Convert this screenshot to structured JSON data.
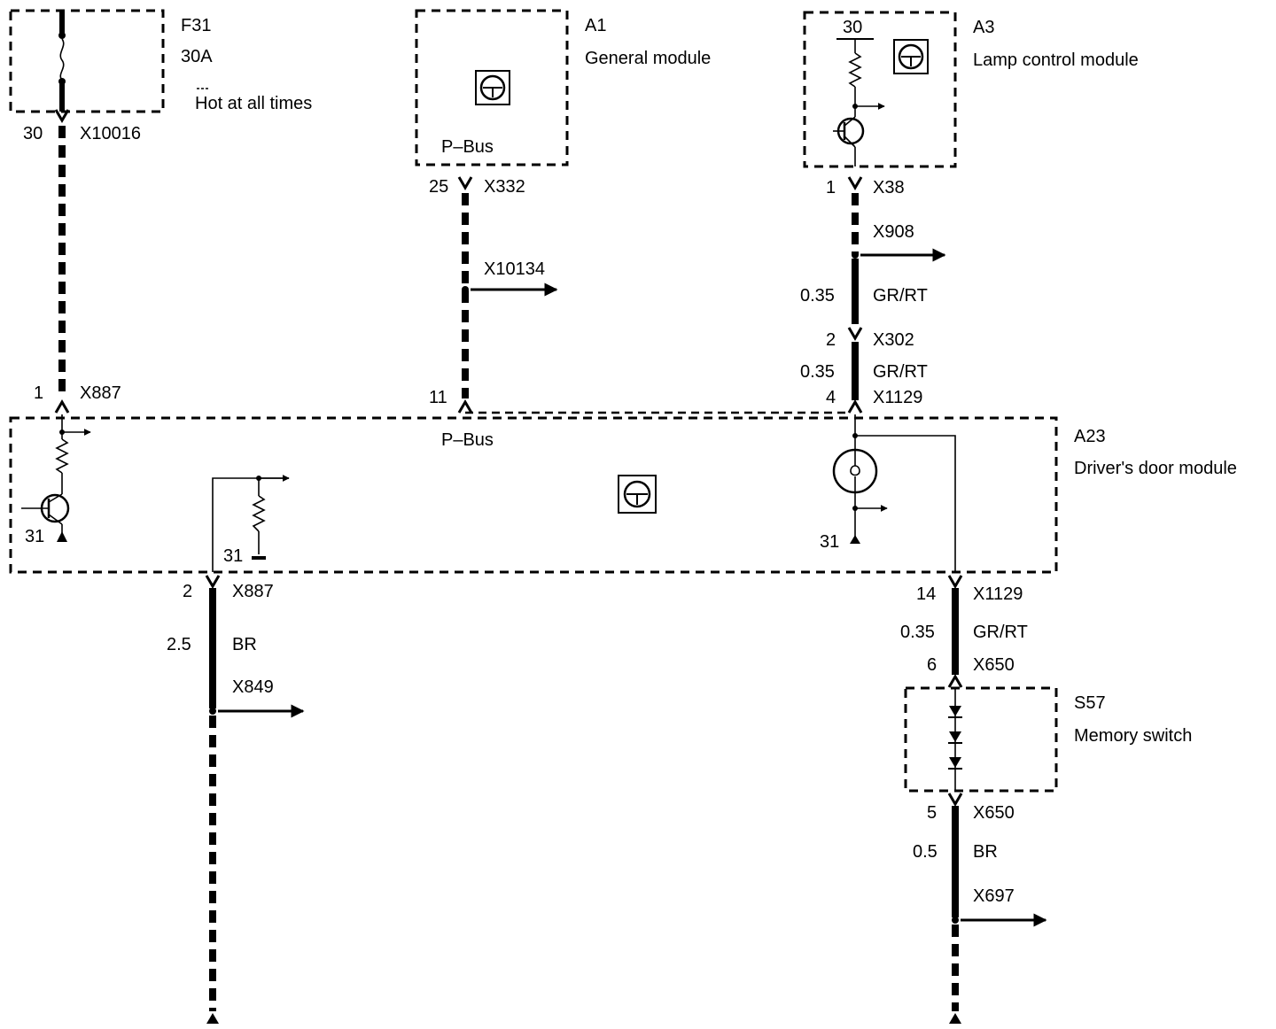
{
  "components": {
    "f31": {
      "id": "F31",
      "rating": "30A",
      "note": "Hot at all times"
    },
    "a1": {
      "id": "A1",
      "name": "General module",
      "bus": "P–Bus"
    },
    "a3": {
      "id": "A3",
      "name": "Lamp control module",
      "terminal": "30"
    },
    "a23": {
      "id": "A23",
      "name": "Driver's door module",
      "bus": "P–Bus",
      "ground_left": "31",
      "ground_mid": "31",
      "ground_right": "31"
    },
    "s57": {
      "id": "S57",
      "name": "Memory switch"
    }
  },
  "connectors": {
    "f31_out": {
      "pin": "30",
      "name": "X10016"
    },
    "a1_out": {
      "pin": "25",
      "name": "X332"
    },
    "a3_out": {
      "pin": "1",
      "name": "X38"
    },
    "splice_x908": {
      "name": "X908"
    },
    "splice_x10134": {
      "name": "X10134"
    },
    "x302": {
      "pin": "2",
      "name": "X302"
    },
    "a23_in_left": {
      "pin": "1",
      "name": "X887"
    },
    "a23_in_bus": {
      "pin": "11"
    },
    "a23_in_right": {
      "pin": "4",
      "name": "X1129"
    },
    "a23_out_left": {
      "pin": "2",
      "name": "X887"
    },
    "a23_out_right": {
      "pin": "14",
      "name": "X1129"
    },
    "splice_x849": {
      "name": "X849"
    },
    "s57_in": {
      "pin": "6",
      "name": "X650"
    },
    "s57_out": {
      "pin": "5",
      "name": "X650"
    },
    "splice_x697": {
      "name": "X697"
    }
  },
  "wires": {
    "a3_to_x302": {
      "size": "0.35",
      "color": "GR/RT"
    },
    "x302_to_a23": {
      "size": "0.35",
      "color": "GR/RT"
    },
    "a23_to_s57": {
      "size": "0.35",
      "color": "GR/RT"
    },
    "a23_ground": {
      "size": "2.5",
      "color": "BR"
    },
    "s57_ground": {
      "size": "0.5",
      "color": "BR"
    }
  }
}
